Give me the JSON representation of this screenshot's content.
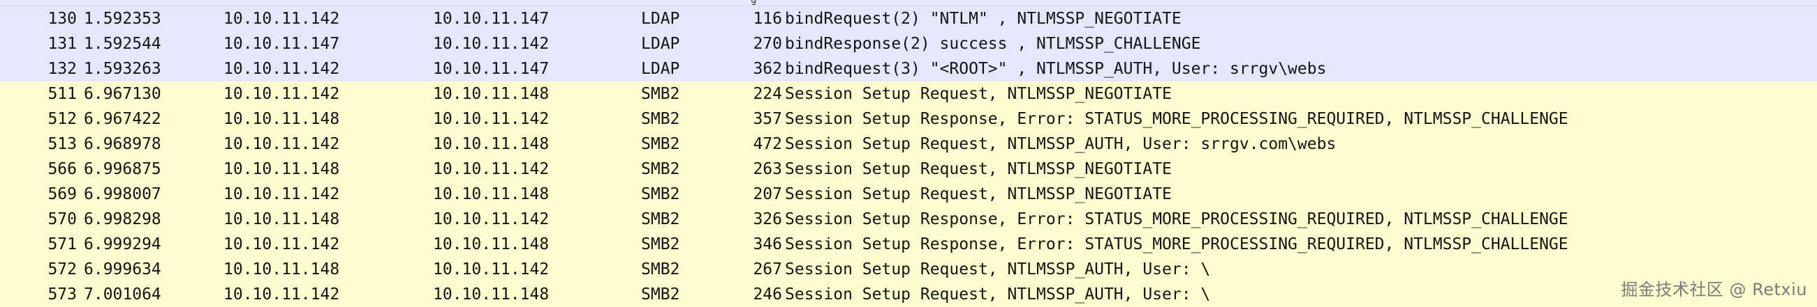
{
  "rows": [
    {
      "no": "130",
      "time": "1.592353",
      "src": "10.10.11.142",
      "dst": "10.10.11.147",
      "proto": "LDAP",
      "len": "116",
      "info": "bindRequest(2) \"NTLM\" , NTLMSSP_NEGOTIATE"
    },
    {
      "no": "131",
      "time": "1.592544",
      "src": "10.10.11.147",
      "dst": "10.10.11.142",
      "proto": "LDAP",
      "len": "270",
      "info": "bindResponse(2) success , NTLMSSP_CHALLENGE"
    },
    {
      "no": "132",
      "time": "1.593263",
      "src": "10.10.11.142",
      "dst": "10.10.11.147",
      "proto": "LDAP",
      "len": "362",
      "info": "bindRequest(3) \"<ROOT>\" , NTLMSSP_AUTH, User: srrgv\\webs"
    },
    {
      "no": "511",
      "time": "6.967130",
      "src": "10.10.11.142",
      "dst": "10.10.11.148",
      "proto": "SMB2",
      "len": "224",
      "info": "Session Setup Request, NTLMSSP_NEGOTIATE"
    },
    {
      "no": "512",
      "time": "6.967422",
      "src": "10.10.11.148",
      "dst": "10.10.11.142",
      "proto": "SMB2",
      "len": "357",
      "info": "Session Setup Response, Error: STATUS_MORE_PROCESSING_REQUIRED, NTLMSSP_CHALLENGE"
    },
    {
      "no": "513",
      "time": "6.968978",
      "src": "10.10.11.142",
      "dst": "10.10.11.148",
      "proto": "SMB2",
      "len": "472",
      "info": "Session Setup Request, NTLMSSP_AUTH, User: srrgv.com\\webs"
    },
    {
      "no": "566",
      "time": "6.996875",
      "src": "10.10.11.148",
      "dst": "10.10.11.142",
      "proto": "SMB2",
      "len": "263",
      "info": "Session Setup Request, NTLMSSP_NEGOTIATE"
    },
    {
      "no": "569",
      "time": "6.998007",
      "src": "10.10.11.142",
      "dst": "10.10.11.148",
      "proto": "SMB2",
      "len": "207",
      "info": "Session Setup Request, NTLMSSP_NEGOTIATE"
    },
    {
      "no": "570",
      "time": "6.998298",
      "src": "10.10.11.148",
      "dst": "10.10.11.142",
      "proto": "SMB2",
      "len": "326",
      "info": "Session Setup Response, Error: STATUS_MORE_PROCESSING_REQUIRED, NTLMSSP_CHALLENGE"
    },
    {
      "no": "571",
      "time": "6.999294",
      "src": "10.10.11.142",
      "dst": "10.10.11.148",
      "proto": "SMB2",
      "len": "346",
      "info": "Session Setup Response, Error: STATUS_MORE_PROCESSING_REQUIRED, NTLMSSP_CHALLENGE"
    },
    {
      "no": "572",
      "time": "6.999634",
      "src": "10.10.11.148",
      "dst": "10.10.11.142",
      "proto": "SMB2",
      "len": "267",
      "info": "Session Setup Request, NTLMSSP_AUTH, User: \\"
    },
    {
      "no": "573",
      "time": "7.001064",
      "src": "10.10.11.142",
      "dst": "10.10.11.148",
      "proto": "SMB2",
      "len": "246",
      "info": "Session Setup Request, NTLMSSP_AUTH, User: \\"
    }
  ],
  "colors": {
    "ldap_row_bg": "#e7e6ff",
    "smb2_row_bg": "#feffd0"
  },
  "watermark": "掘金技术社区 @ Retxiu"
}
